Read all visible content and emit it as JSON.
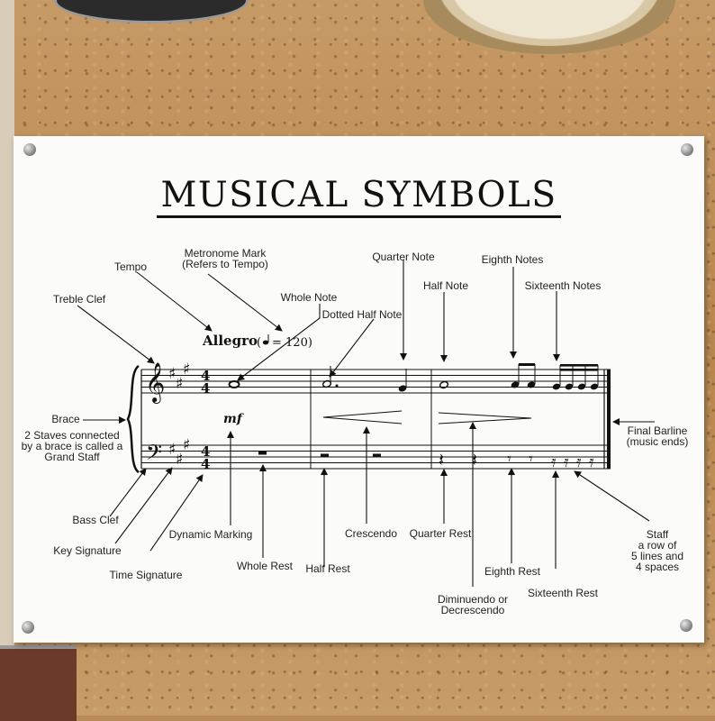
{
  "title": "MUSICAL SYMBOLS",
  "tempo_text": "Allegro",
  "metronome_value": "= 120)",
  "metronome_open": "(",
  "dynamic_text": "mf",
  "labels": {
    "metronome_mark_1": "Metronome Mark",
    "metronome_mark_2": "(Refers to Tempo)",
    "tempo": "Tempo",
    "treble_clef": "Treble Clef",
    "whole_note": "Whole Note",
    "dotted_half_note": "Dotted Half Note",
    "quarter_note": "Quarter Note",
    "half_note": "Half Note",
    "eighth_notes": "Eighth Notes",
    "sixteenth_notes": "Sixteenth Notes",
    "brace": "Brace",
    "grand_staff_1": "2 Staves connected",
    "grand_staff_2": "by a brace is called a",
    "grand_staff_3": "Grand Staff",
    "final_barline_1": "Final Barline",
    "final_barline_2": "(music ends)",
    "bass_clef": "Bass Clef",
    "key_signature": "Key Signature",
    "time_signature": "Time Signature",
    "dynamic_marking": "Dynamic Marking",
    "whole_rest": "Whole Rest",
    "half_rest": "Half Rest",
    "crescendo": "Crescendo",
    "quarter_rest": "Quarter Rest",
    "eighth_rest": "Eighth Rest",
    "sixteenth_rest": "Sixteenth Rest",
    "diminuendo_1": "Diminuendo or",
    "diminuendo_2": "Decrescendo",
    "staff_1": "Staff",
    "staff_2": "a row of",
    "staff_3": "5 lines and",
    "staff_4": "4 spaces"
  },
  "glyphs": {
    "treble_clef": "𝄞",
    "bass_clef": "𝄢",
    "sharp": "♯",
    "time_top": "4",
    "time_bottom": "4",
    "quarter_rest": "𝄽",
    "eighth_rest": "𝄾",
    "sixteenth_rest": "𝄿"
  }
}
